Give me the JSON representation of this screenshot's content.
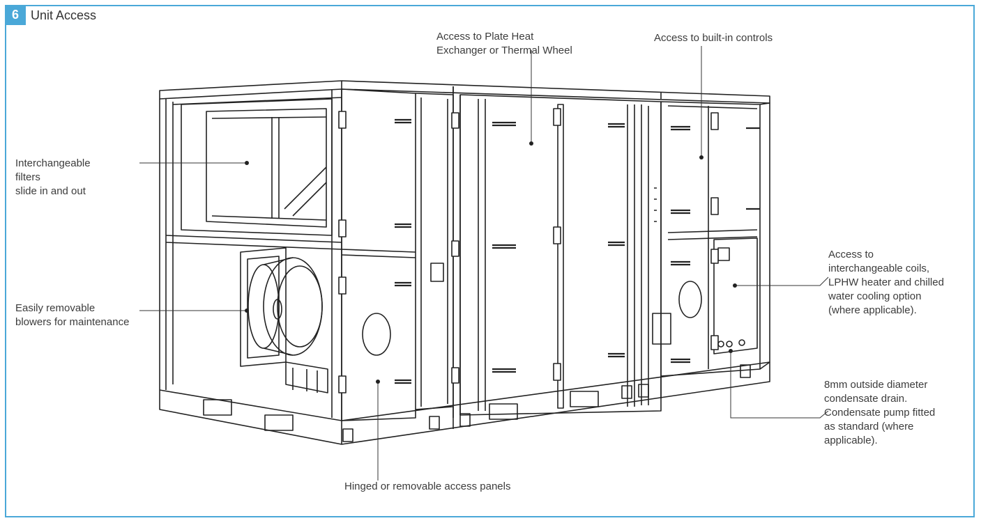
{
  "section": {
    "number": "6",
    "title": "Unit Access"
  },
  "callouts": {
    "heat_exchanger": [
      "Access to Plate Heat",
      "Exchanger or Thermal Wheel"
    ],
    "controls": [
      "Access to built-in controls"
    ],
    "filters": [
      "Interchangeable",
      "filters",
      "slide in and out"
    ],
    "blowers": [
      "Easily removable",
      "blowers for maintenance"
    ],
    "coils": [
      "Access to",
      "interchangeable coils,",
      "LPHW heater and chilled",
      "water cooling option",
      "(where applicable)."
    ],
    "drain": [
      "8mm outside diameter",
      "condensate drain.",
      "Condensate pump fitted",
      "as standard (where",
      "applicable)."
    ],
    "panels": [
      "Hinged or removable access panels"
    ]
  },
  "colors": {
    "accent": "#4aa8d8",
    "line_art": "#222222",
    "text": "#3c3c3c"
  }
}
